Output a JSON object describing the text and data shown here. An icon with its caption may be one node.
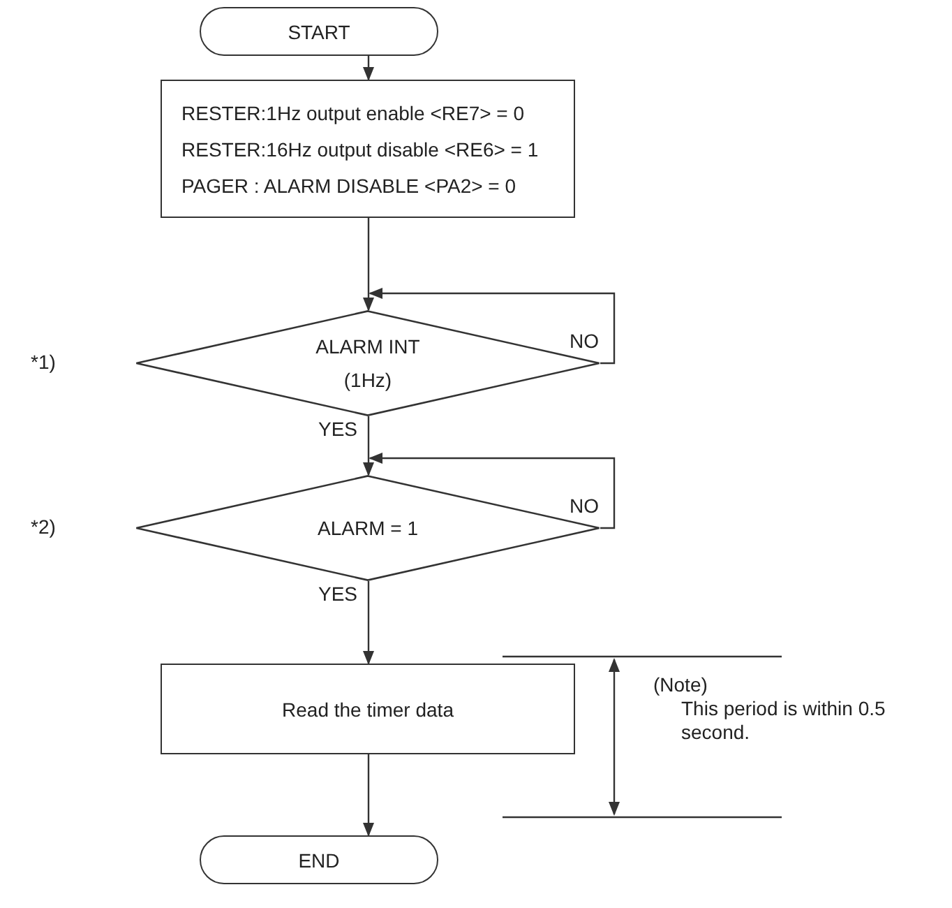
{
  "diagram": {
    "nodes": [
      {
        "text": [
          "START"
        ]
      },
      {
        "text": [
          "RESTER:1Hz output enable <RE7> = 0",
          "RESTER:16Hz output disable <RE6> = 1",
          "PAGER : ALARM DISABLE <PA2> = 0"
        ]
      },
      {
        "text": [
          "ALARM INT (1Hz)"
        ]
      },
      {
        "text": [
          "ALARM = 1"
        ]
      },
      {
        "text": [
          "Read the timer data"
        ]
      },
      {
        "text": [
          "END"
        ]
      }
    ],
    "edges": [
      {
        "from": 0,
        "to": 1,
        "arrow": "to"
      },
      {
        "from": 1,
        "to": 2,
        "arrow": "to"
      },
      {
        "from": 2,
        "to": 2,
        "arrow": "to",
        "label": "NO"
      },
      {
        "from": 2,
        "to": 3,
        "arrow": "to",
        "label": "YES"
      },
      {
        "from": 3,
        "to": 3,
        "arrow": "to",
        "label": "NO"
      },
      {
        "from": 3,
        "to": 4,
        "arrow": "to",
        "label": "YES"
      },
      {
        "from": 4,
        "to": 5,
        "arrow": "to"
      }
    ],
    "labels": [
      "*1)",
      "*2)",
      "(Note)",
      "This period is within 0.5 second."
    ]
  }
}
